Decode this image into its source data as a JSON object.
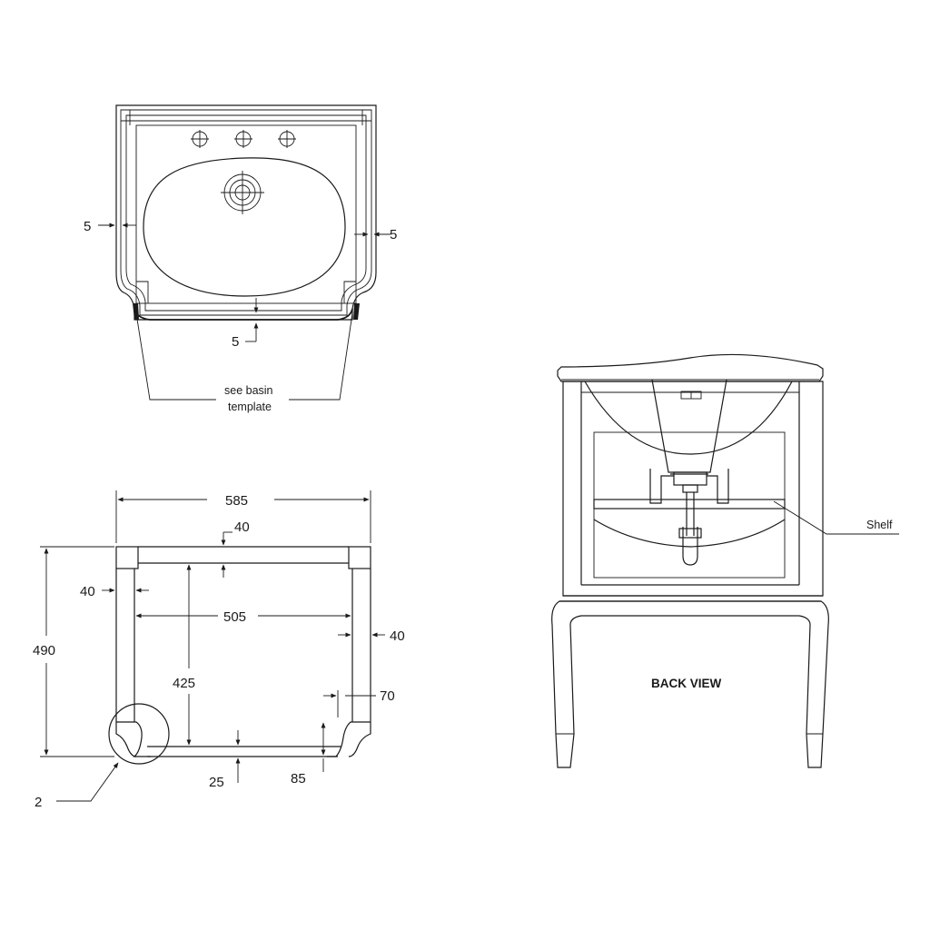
{
  "top_view": {
    "dim_left": "5",
    "dim_right": "5",
    "dim_bottom": "5",
    "note_line1": "see basin",
    "note_line2": "template"
  },
  "frame_plan": {
    "width": "585",
    "rail_top": "40",
    "leg_left": "40",
    "inner_width": "505",
    "leg_right": "40",
    "depth": "490",
    "inner_depth": "425",
    "corner_70": "70",
    "bottom_rail": "25",
    "corner_85": "85",
    "detail_callout": "2"
  },
  "back_view": {
    "title": "BACK VIEW",
    "shelf_label": "Shelf"
  }
}
